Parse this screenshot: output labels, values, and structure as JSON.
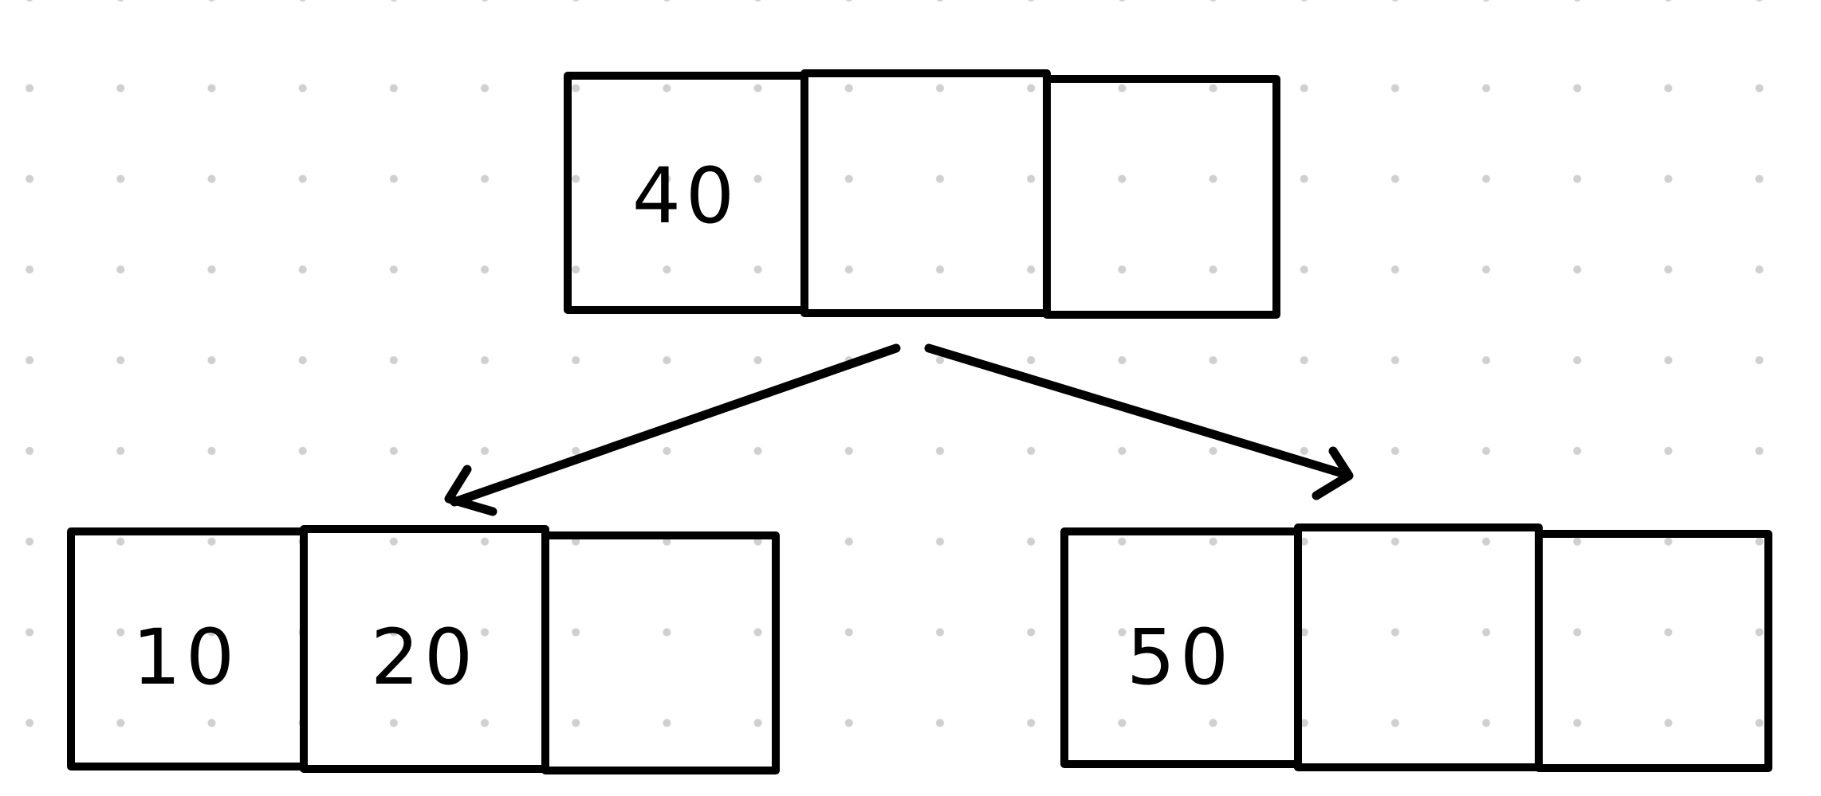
{
  "diagram": {
    "type": "b-tree",
    "stroke_color": "#000000",
    "background_color": "#ffffff",
    "grid_dot_color": "#d0d0d0",
    "nodes": {
      "root": {
        "keys": [
          "40",
          "",
          ""
        ]
      },
      "left_child": {
        "keys": [
          "10",
          "20",
          ""
        ]
      },
      "right_child": {
        "keys": [
          "50",
          "",
          ""
        ]
      }
    },
    "edges": [
      {
        "from": "root",
        "to": "left_child"
      },
      {
        "from": "root",
        "to": "right_child"
      }
    ]
  }
}
